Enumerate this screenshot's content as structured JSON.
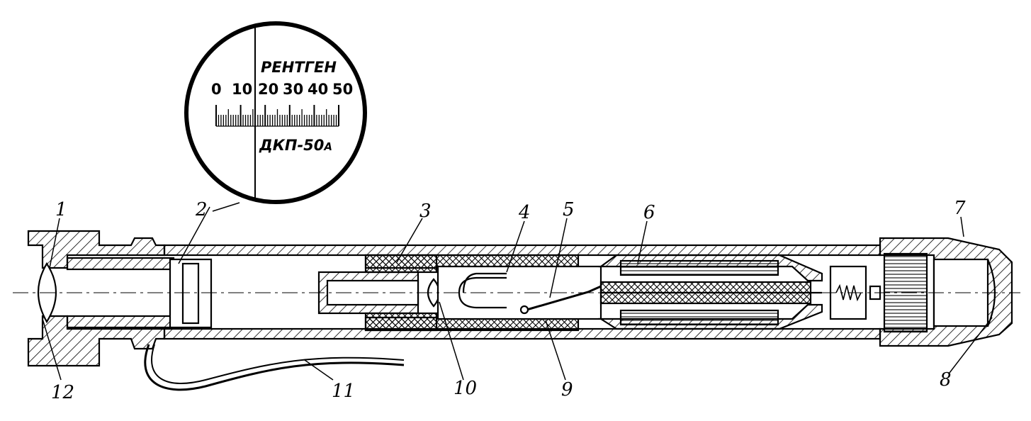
{
  "scale": {
    "unit_label": "РЕНТГЕН",
    "numbers": [
      "0",
      "10",
      "20",
      "30",
      "40",
      "50"
    ],
    "model": "ДКП-50",
    "model_suffix": "А"
  },
  "callouts": [
    "1",
    "2",
    "3",
    "4",
    "5",
    "6",
    "7",
    "8",
    "9",
    "10",
    "11",
    "12"
  ]
}
